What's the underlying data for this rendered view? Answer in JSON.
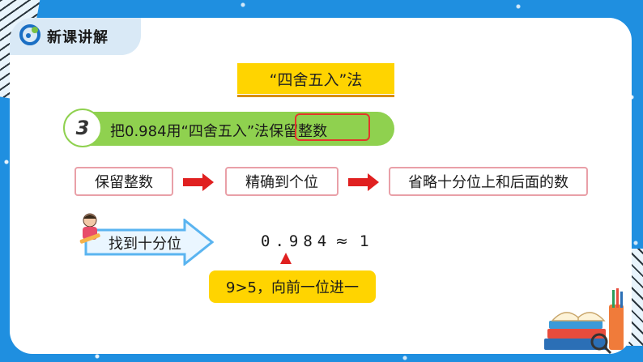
{
  "header": {
    "title": "新课讲解"
  },
  "method": {
    "title": "“四舍五入”法"
  },
  "question": {
    "number": "3",
    "text": "把0.984用“四舍五入”法保留整数"
  },
  "steps": [
    {
      "label": "保留整数"
    },
    {
      "label": "精确到个位"
    },
    {
      "label": "省略十分位上和后面的数"
    }
  ],
  "find": {
    "label": "找到十分位"
  },
  "expression": {
    "decimal": "0.984",
    "approx": "≈",
    "result": "1"
  },
  "rule": {
    "text": "9>5，向前一位进一"
  },
  "colors": {
    "background": "#1f8fe0",
    "banner": "#ffd400",
    "question_bar": "#8fd14f",
    "highlight": "#e3362b",
    "arrow": "#e02020",
    "step_border": "#e9a0a8"
  },
  "icons": [
    "logo-icon",
    "right-arrow-icon",
    "up-arrow-icon",
    "kid-pencil-icon",
    "books-icon"
  ]
}
